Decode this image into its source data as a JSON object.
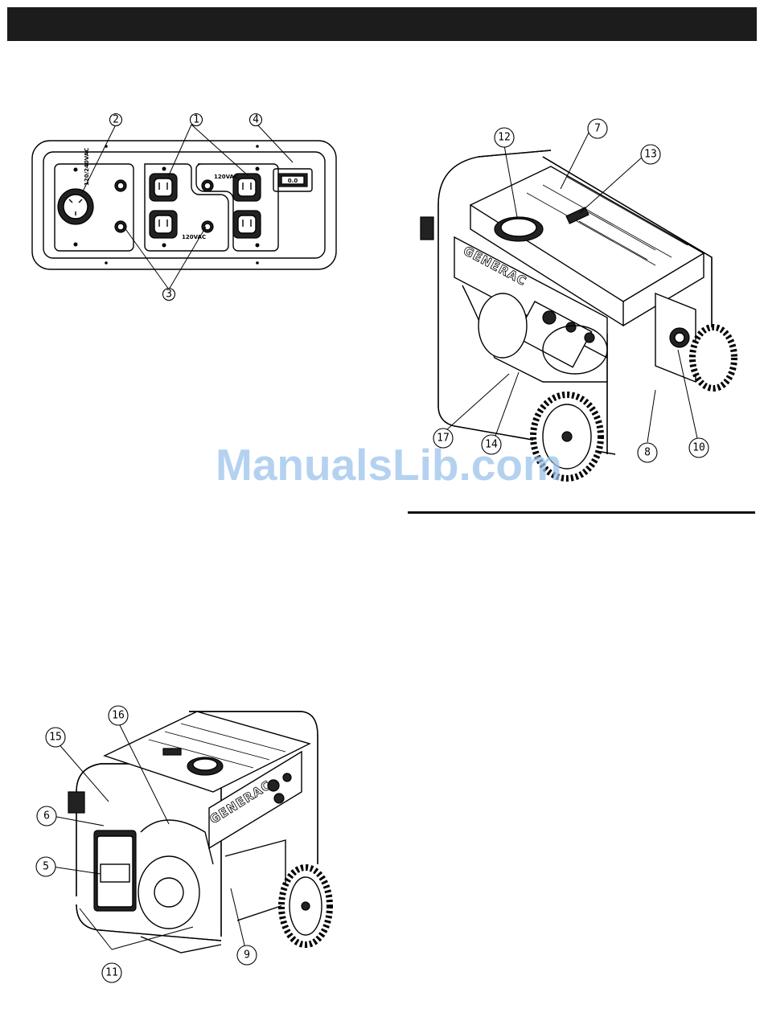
{
  "panel_figure": {
    "callouts": [
      "1",
      "2",
      "3",
      "4"
    ],
    "labels": {
      "twist_lock": "120/240VAC",
      "duplex_upper": "120VAC",
      "duplex_lower": "120VAC",
      "hour_meter": "0.0"
    }
  },
  "front_figure": {
    "callouts": [
      "7",
      "8",
      "10",
      "12",
      "13",
      "14",
      "17"
    ],
    "brand": "GENERAC"
  },
  "rear_figure": {
    "callouts": [
      "5",
      "6",
      "9",
      "11",
      "15",
      "16"
    ],
    "brand": "GENERAC"
  },
  "watermark": "ManualsLib.com"
}
